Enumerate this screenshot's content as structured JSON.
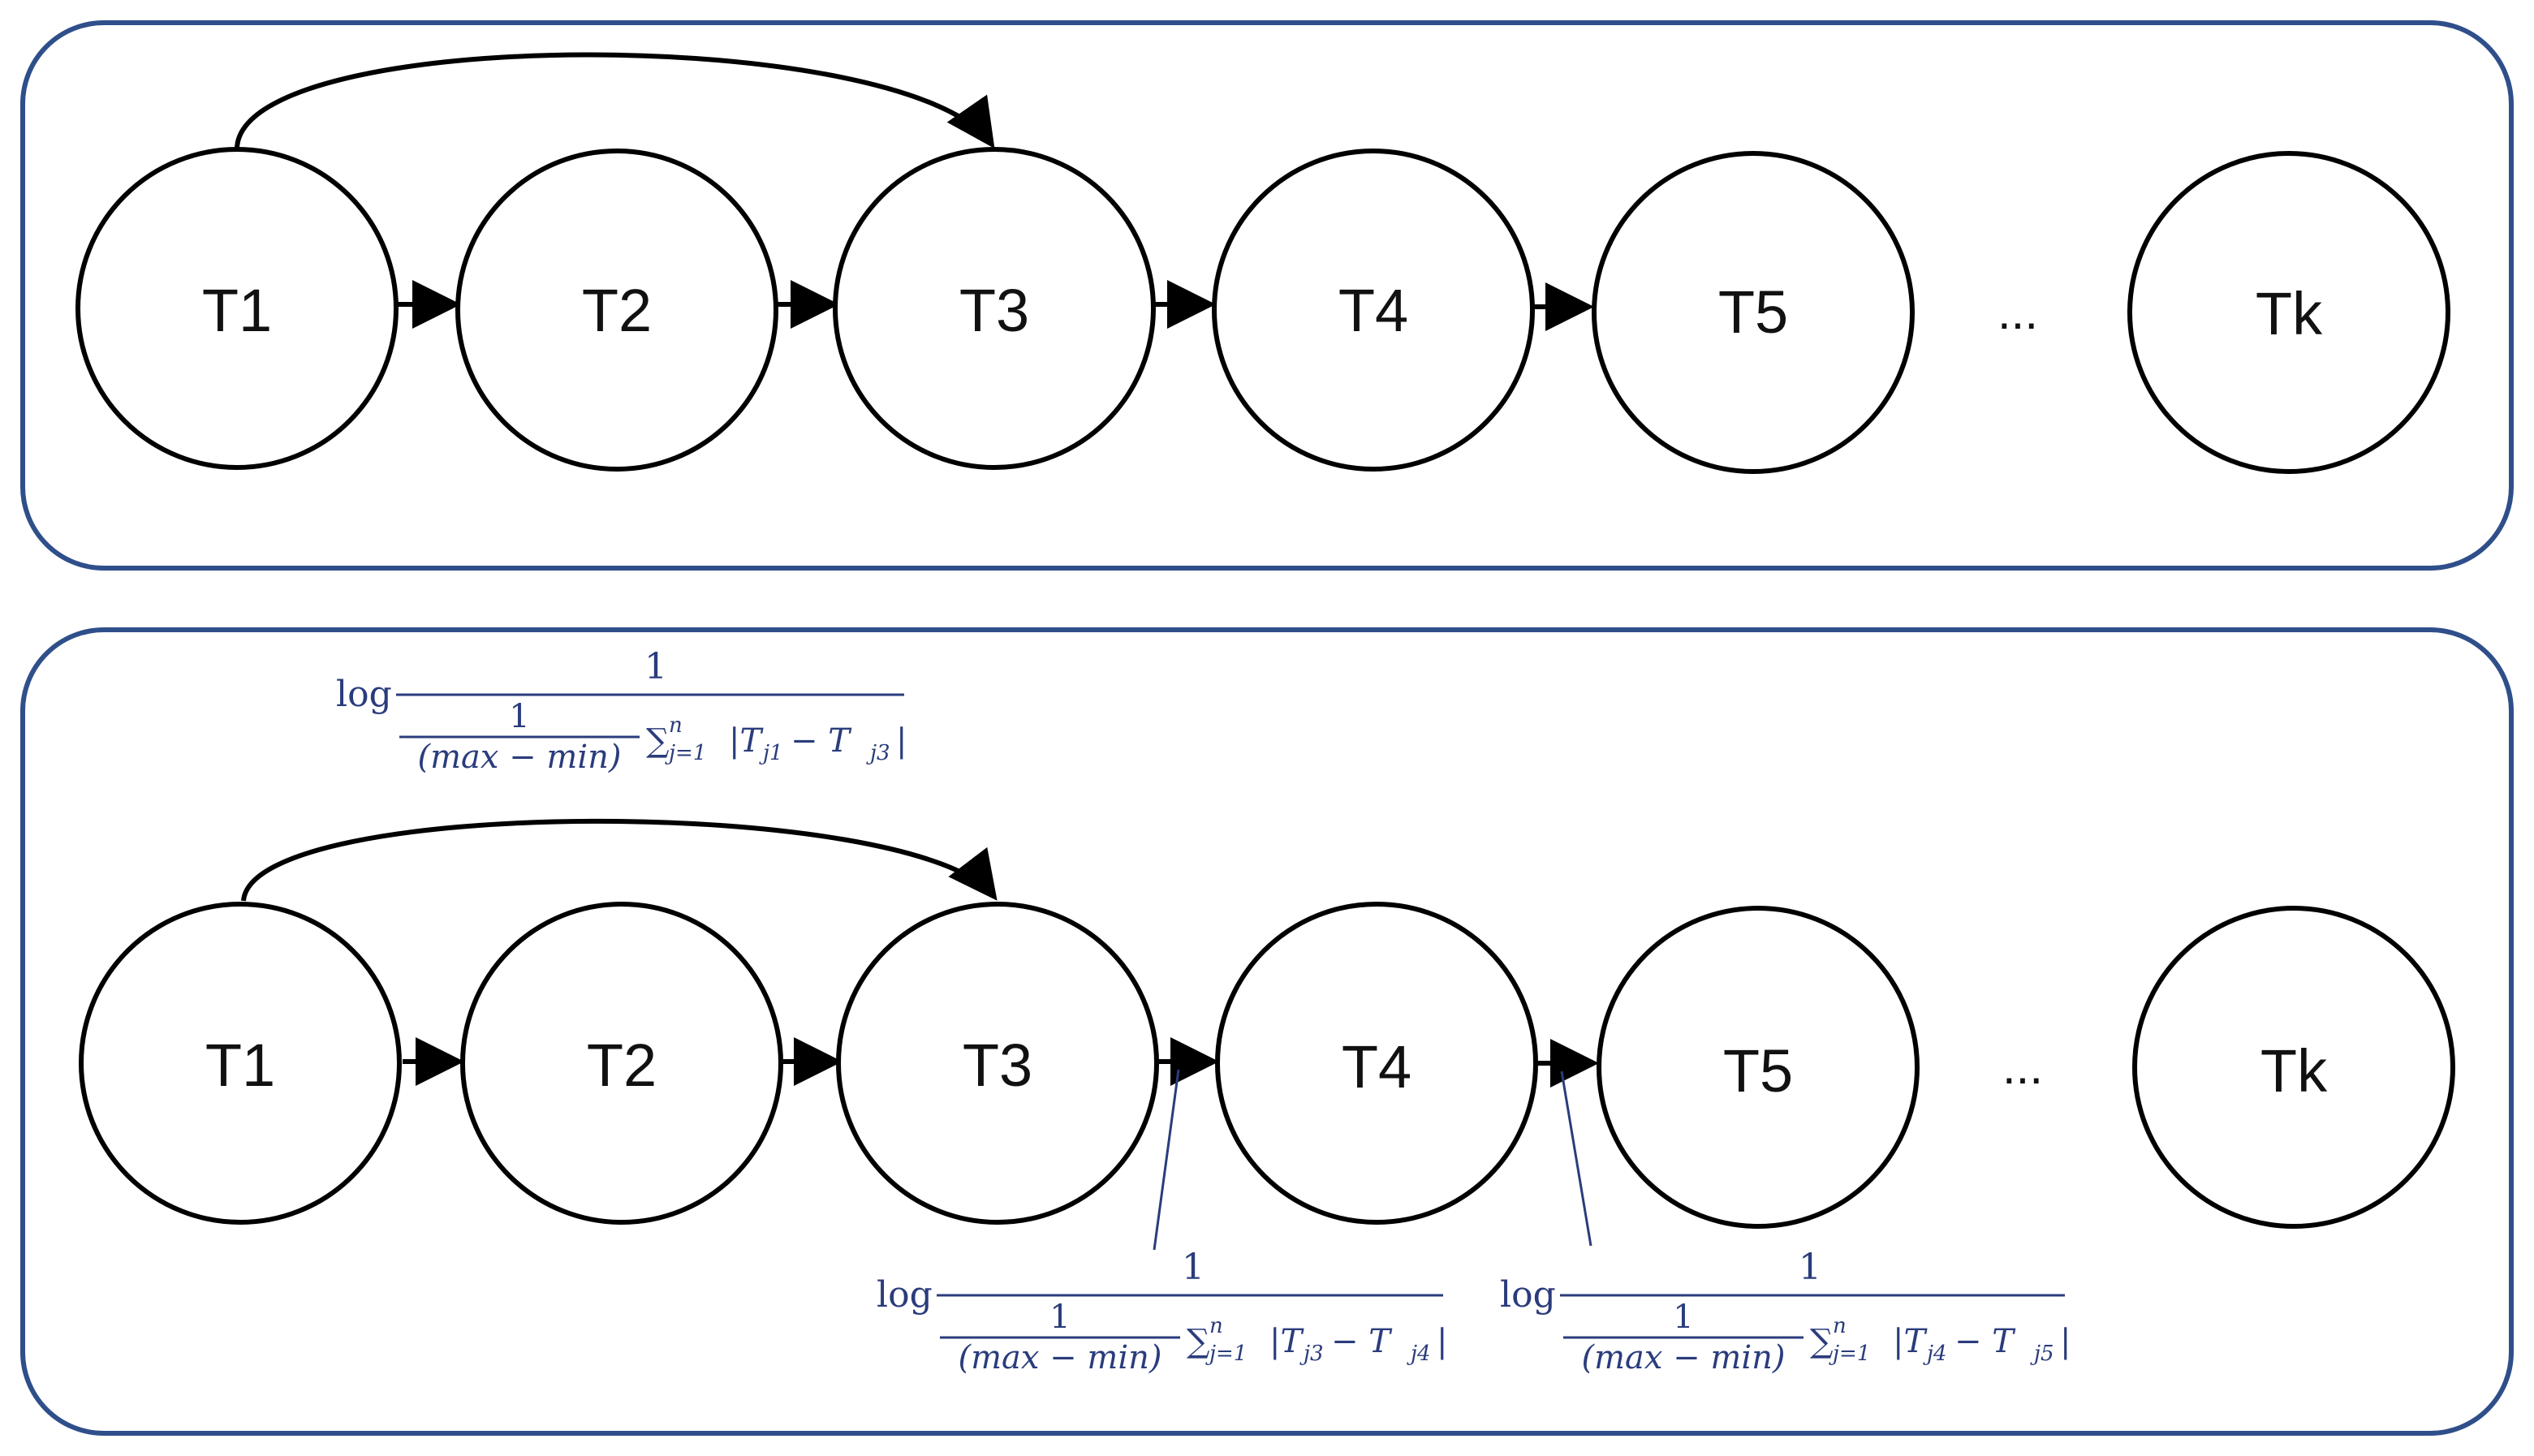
{
  "top_panel": {
    "nodes": [
      "T1",
      "T2",
      "T3",
      "T4",
      "T5",
      "Tk"
    ],
    "ellipsis": "..."
  },
  "bottom_panel": {
    "nodes": [
      "T1",
      "T2",
      "T3",
      "T4",
      "T5",
      "Tk"
    ],
    "ellipsis": "...",
    "formulas": [
      {
        "log": "log",
        "numerator": "1",
        "inner_numerator": "1",
        "inner_denominator": "(max − min)",
        "sum": "∑",
        "sum_sub": "j=1",
        "sum_sup": "n",
        "abs_expr": "|T",
        "a_sub": "j1",
        "minus": " − T",
        "b_sub": "j3",
        "close": "|"
      },
      {
        "log": "log",
        "numerator": "1",
        "inner_numerator": "1",
        "inner_denominator": "(max − min)",
        "sum": "∑",
        "sum_sub": "j=1",
        "sum_sup": "n",
        "abs_expr": "|T",
        "a_sub": "j3",
        "minus": " − T",
        "b_sub": "j4",
        "close": "|"
      },
      {
        "log": "log",
        "numerator": "1",
        "inner_numerator": "1",
        "inner_denominator": "(max − min)",
        "sum": "∑",
        "sum_sub": "j=1",
        "sum_sup": "n",
        "abs_expr": "|T",
        "a_sub": "j4",
        "minus": " − T",
        "b_sub": "j5",
        "close": "|"
      }
    ]
  },
  "colors": {
    "panel_border": "#2f4f8a",
    "formula_text": "#2a3c7c",
    "node_stroke": "#000000"
  }
}
